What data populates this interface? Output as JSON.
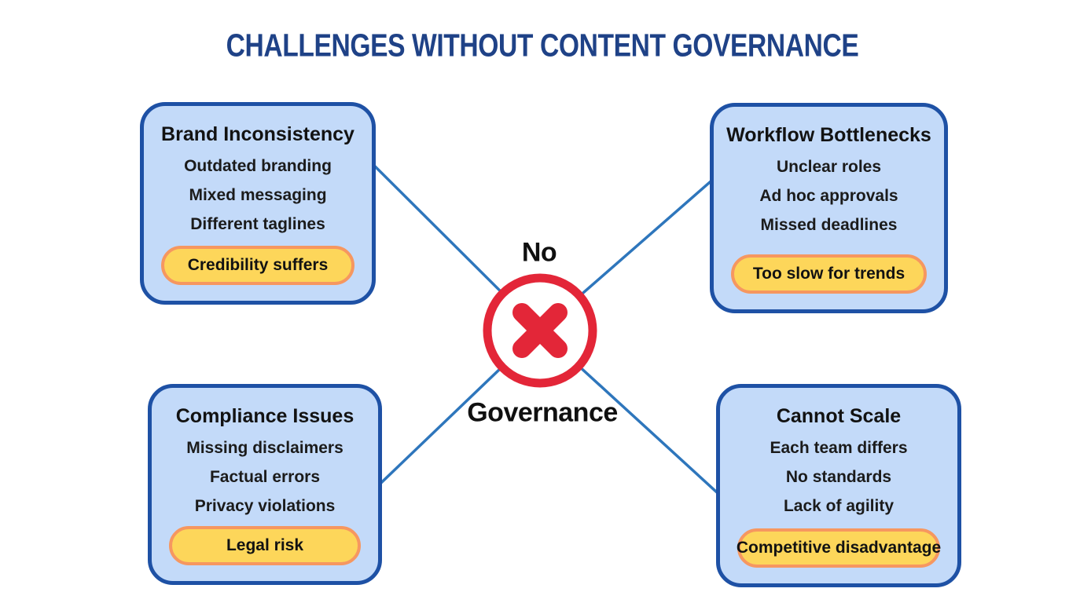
{
  "title": "CHALLENGES WITHOUT CONTENT GOVERNANCE",
  "center": {
    "label_top": "No",
    "label_bottom": "Governance",
    "icon": "x-circle-icon"
  },
  "boxes": [
    {
      "title": "Brand Inconsistency",
      "items": [
        "Outdated branding",
        "Mixed messaging",
        "Different taglines"
      ],
      "highlight": "Credibility suffers"
    },
    {
      "title": "Workflow Bottlenecks",
      "items": [
        "Unclear roles",
        "Ad hoc approvals",
        "Missed deadlines"
      ],
      "highlight": "Too slow for trends"
    },
    {
      "title": "Compliance Issues",
      "items": [
        "Missing disclaimers",
        "Factual errors",
        "Privacy violations"
      ],
      "highlight": "Legal risk"
    },
    {
      "title": "Cannot Scale",
      "items": [
        "Each team differs",
        "No standards",
        "Lack of agility"
      ],
      "highlight": "Competitive disadvantage"
    }
  ],
  "colors": {
    "title_text": "#1F4287",
    "card_fill": "#C3DAF9",
    "card_border": "#1E51A5",
    "pill_fill": "#FDD65A",
    "pill_border": "#F69760",
    "connector_line": "#2E76BC",
    "cross_red": "#E32638",
    "body_text": "#121212",
    "background": "#FFFFFF"
  }
}
